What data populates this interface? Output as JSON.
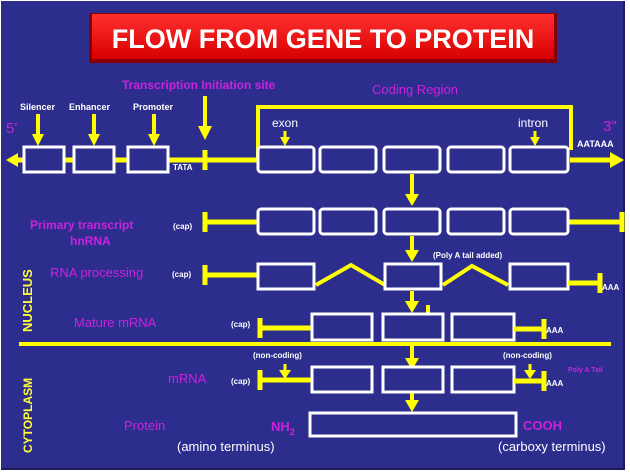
{
  "title": "FLOW FROM GENE TO PROTEIN",
  "colors": {
    "background": "#2d2d8e",
    "title_fill": "#ee1111",
    "title_text": "#ffffff",
    "line": "#ffff00",
    "box_stroke": "#ffffff",
    "magenta": "#cc22dd",
    "white_text": "#ffffff",
    "compartment_label": "#ffff33"
  },
  "dna_row": {
    "transcription_initiation_label": "Transcription Initiation site",
    "coding_region_label": "Coding Region",
    "five_prime": "5'",
    "three_prime": "3\"",
    "regulatory": [
      "Silencer",
      "Enhancer",
      "Promoter"
    ],
    "tata": "TATA",
    "exon": "exon",
    "intron": "intron",
    "aataaa": "AATAAA"
  },
  "rows": {
    "primary_transcript": {
      "label": "Primary transcript",
      "sublabel": "hnRNA",
      "cap": "(cap)"
    },
    "rna_processing": {
      "label": "RNA processing",
      "cap": "(cap)",
      "tail": "AAA",
      "note": "(Poly A tail added)"
    },
    "mature_mrna": {
      "label": "Mature mRNA",
      "cap": "(cap)",
      "tail": "AAA"
    },
    "mrna": {
      "label": "mRNA",
      "cap": "(cap)",
      "tail": "AAA",
      "non_coding_left": "(non-coding)",
      "non_coding_right": "(non-coding)",
      "poly_a": "Poly A Tail"
    },
    "protein": {
      "label": "Protein",
      "nh2": "NH",
      "nh2_sub": "2",
      "cooh": "COOH",
      "amino": "(amino terminus)",
      "carboxy": "(carboxy terminus)"
    }
  },
  "compartments": {
    "nucleus": "NUCLEUS",
    "cytoplasm": "CYTOPLASM"
  }
}
